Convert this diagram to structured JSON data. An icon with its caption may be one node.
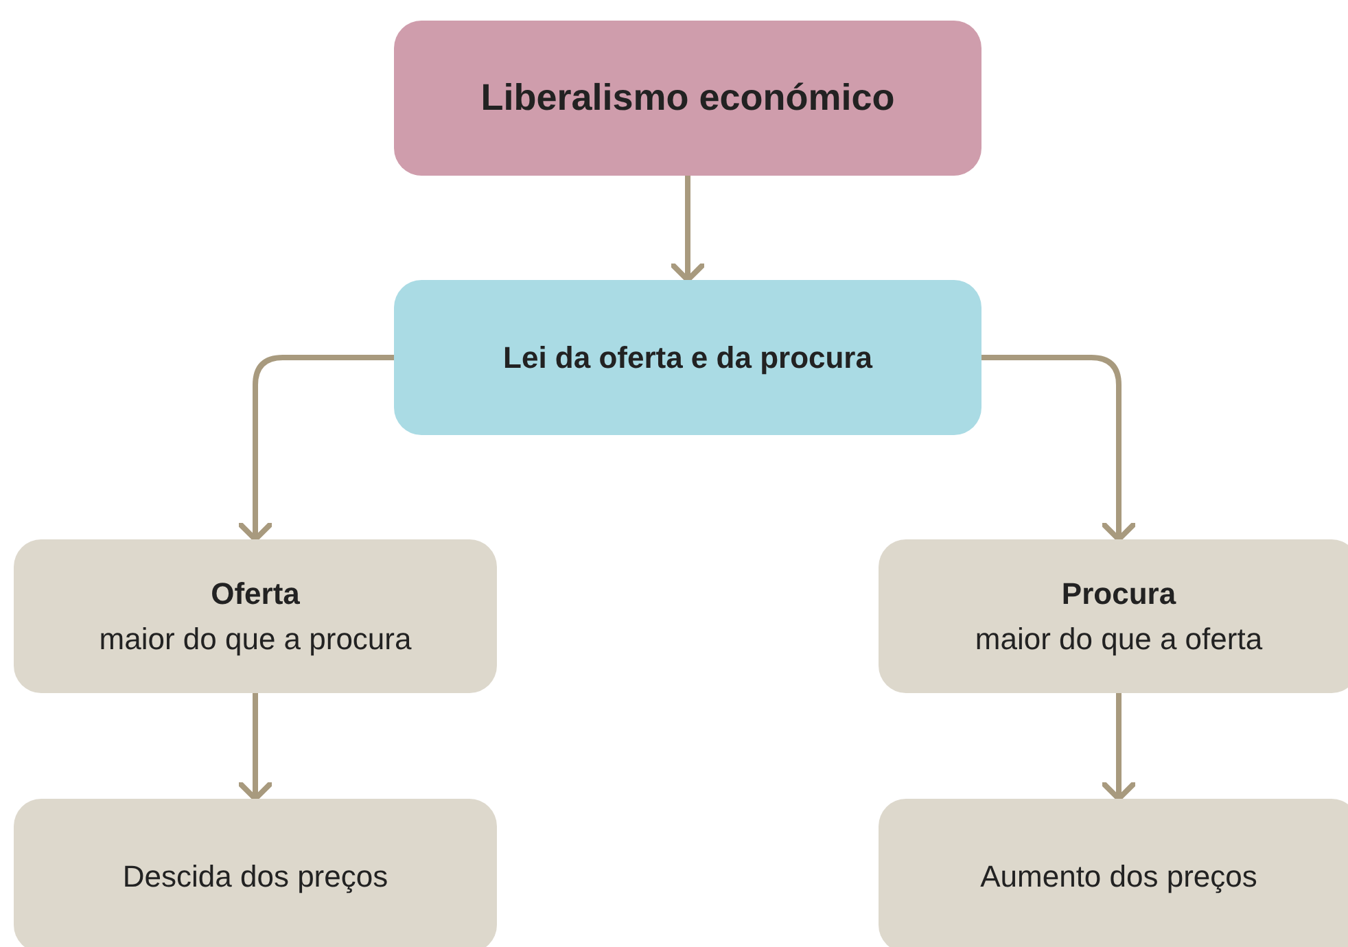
{
  "diagram": {
    "nodes": [
      {
        "text": [
          "Liberalismo económico"
        ]
      },
      {
        "text": [
          "Lei da oferta e da procura"
        ]
      },
      {
        "text": [
          "Oferta",
          "maior do que a procura"
        ]
      },
      {
        "text": [
          "Procura",
          "maior do que a oferta"
        ]
      },
      {
        "text": [
          "Descida dos preços"
        ]
      },
      {
        "text": [
          "Aumento dos preços"
        ]
      }
    ],
    "edges": [
      {
        "from": 0,
        "to": 1,
        "arrow": "to"
      },
      {
        "from": 1,
        "to": 2,
        "arrow": "to"
      },
      {
        "from": 1,
        "to": 3,
        "arrow": "to"
      },
      {
        "from": 2,
        "to": 4,
        "arrow": "to"
      },
      {
        "from": 3,
        "to": 5,
        "arrow": "to"
      }
    ]
  }
}
